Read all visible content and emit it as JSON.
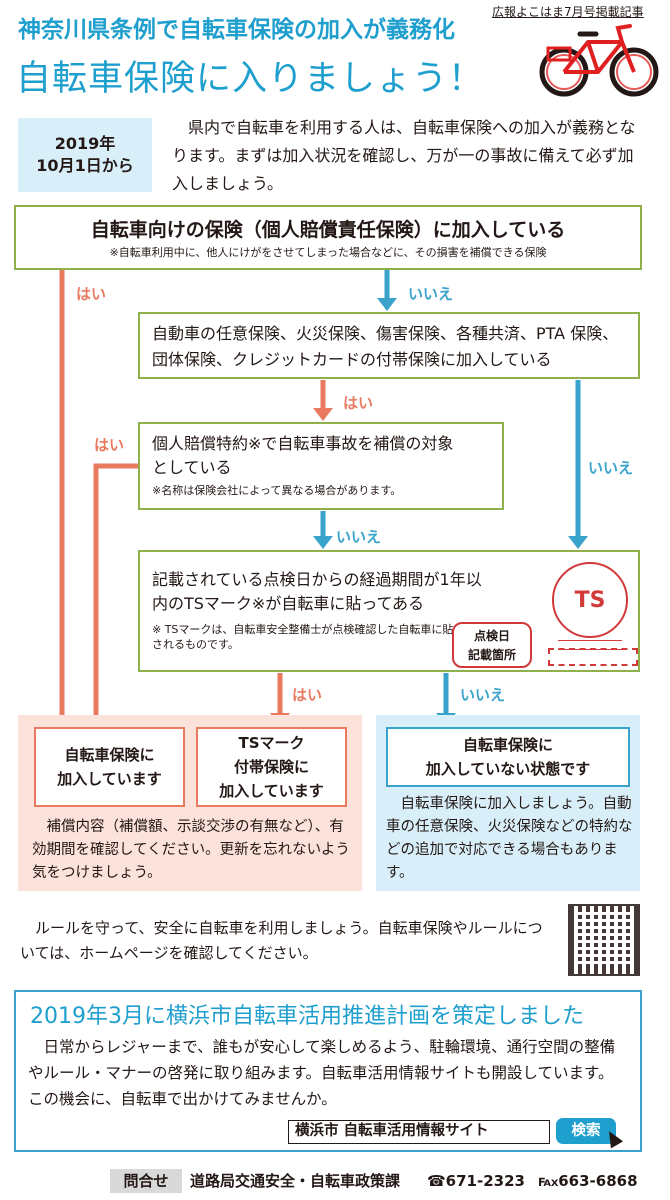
{
  "header": {
    "source_note": "広報よこはま7月号掲載記事",
    "headline": "神奈川県条例で自転車保険の加入が義務化",
    "title": "自転車保険に入りましょう！"
  },
  "intro": {
    "date_line1": "2019年",
    "date_line2": "10月1日から",
    "text": "県内で自転車を利用する人は、自転車保険への加入が義務となります。まずは加入状況を確認し、万が一の事故に備えて必ず加入しましょう。"
  },
  "flow": {
    "q1": {
      "title": "自転車向けの保険（個人賠償責任保険）に加入している",
      "note": "※自転車利用中に、他人にけがをさせてしまった場合などに、その損害を補償できる保険"
    },
    "q2": {
      "line1": "自動車の任意保険、火災保険、傷害保険、各種共済、PTA 保険、",
      "line2": "団体保険、クレジットカードの付帯保険に加入している"
    },
    "q3": {
      "line1": "個人賠償特約※で自転車事故を補償の対象",
      "line2": "としている",
      "note": "※名称は保険会社によって異なる場合があります。"
    },
    "q4": {
      "line1": "記載されている点検日からの経過期間が1年以",
      "line2": "内のTSマーク※が自転車に貼ってある",
      "note": "※ TSマークは、自転車安全整備士が点検確認した自転車に貼付されるものです。",
      "callout_line1": "点検日",
      "callout_line2": "記載箇所",
      "ts_label": "TS"
    },
    "yes": "はい",
    "no": "いいえ"
  },
  "results": {
    "r1_line1": "自転車保険に",
    "r1_line2": "加入しています",
    "r2_line1": "TSマーク",
    "r2_line2": "付帯保険に",
    "r2_line3": "加入しています",
    "r3_line1": "自転車保険に",
    "r3_line2": "加入していない状態です",
    "pink_text": "補償内容（補償額、示談交渉の有無など）、有効期間を確認してください。更新を忘れないよう気をつけましょう。",
    "blue_text": "自転車保険に加入しましょう。自動車の任意保険、火災保険などの特約などの追加で対応できる場合もあります。"
  },
  "rules_text": "ルールを守って、安全に自転車を利用しましょう。自転車保険やルールについては、ホームページを確認してください。",
  "plan": {
    "title": "2019年3月に横浜市自転車活用推進計画を策定しました",
    "text": "日常からレジャーまで、誰もが安心して楽しめるよう、駐輪環境、通行空間の整備やルール・マナーの啓発に取り組みます。自転車活用情報サイトも開設しています。この機会に、自転車で出かけてみませんか。",
    "search_query": "横浜市 自転車活用情報サイト",
    "search_button": "検索"
  },
  "contact": {
    "label": "問合せ",
    "department": "道路局交通安全・自転車政策課",
    "tel": "☎671-2323",
    "fax": "℻663-6868"
  },
  "colors": {
    "accent_blue": "#1f9fce",
    "yes_red": "#e97a60",
    "box_green": "#8fb04a"
  }
}
